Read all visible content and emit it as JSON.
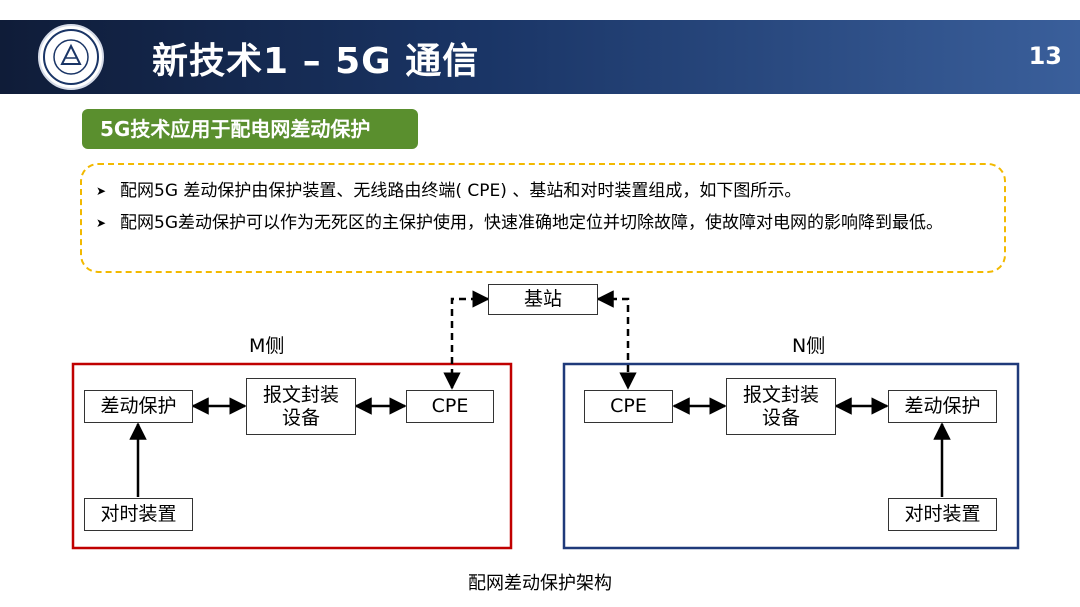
{
  "header": {
    "title": "新技术1 – 5G 通信",
    "page_number": "13",
    "logo_icon": "university-seal-icon"
  },
  "section": {
    "label": "5G技术应用于配电网差动保护"
  },
  "bullets": [
    {
      "text": "配网5G 差动保护由保护装置、无线路由终端( CPE) 、基站和对时装置组成，如下图所示。"
    },
    {
      "text": "配网5G差动保护可以作为无死区的主保护使用，快速准确地定位并切除故障，使故障对电网的影响降到最低。"
    }
  ],
  "diagram": {
    "base_station": "基站",
    "m_side": {
      "label": "M侧",
      "differential_protection": "差动保护",
      "encapsulation_device": "报文封装\n设备",
      "cpe": "CPE",
      "timing_device": "对时装置",
      "border_color": "#c00000"
    },
    "n_side": {
      "label": "N侧",
      "differential_protection": "差动保护",
      "encapsulation_device": "报文封装\n设备",
      "cpe": "CPE",
      "timing_device": "对时装置",
      "border_color": "#1f3a7a"
    },
    "caption": "配网差动保护架构"
  },
  "colors": {
    "header_dark": "#0f1c38",
    "section_green": "#5a8f2e",
    "bullet_border": "#f2b900"
  }
}
